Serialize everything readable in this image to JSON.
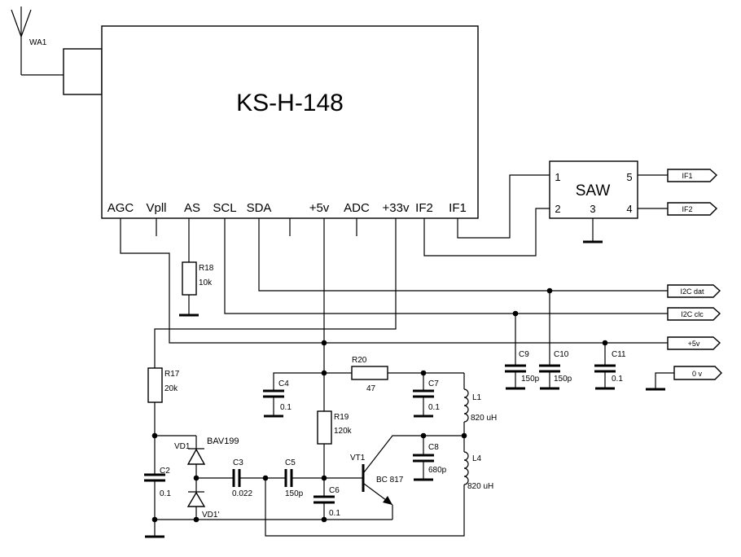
{
  "module": {
    "title": "KS-H-148"
  },
  "antenna": {
    "label": "WA1"
  },
  "pins": {
    "agc": "AGC",
    "vpll": "Vpll",
    "as": "AS",
    "scl": "SCL",
    "sda": "SDA",
    "p5v": "+5v",
    "adc": "ADC",
    "p33v": "+33v",
    "if2": "IF2",
    "if1": "IF1"
  },
  "saw": {
    "title": "SAW",
    "pin1": "1",
    "pin2": "2",
    "pin3": "3",
    "pin4": "4",
    "pin5": "5"
  },
  "ports": {
    "if1": "IF1",
    "if2": "IF2",
    "i2c_dat": "I2C dat",
    "i2c_clc": "I2C clc",
    "p5v": "+5v",
    "zero_v": "0 v"
  },
  "components": {
    "r18": {
      "name": "R18",
      "value": "10k"
    },
    "r17": {
      "name": "R17",
      "value": "20k"
    },
    "r19": {
      "name": "R19",
      "value": "120k"
    },
    "r20": {
      "name": "R20",
      "value": "47"
    },
    "c2": {
      "name": "C2",
      "value": "0.1"
    },
    "c3": {
      "name": "C3",
      "value": "0.022"
    },
    "c4": {
      "name": "C4",
      "value": "0.1"
    },
    "c5": {
      "name": "C5",
      "value": "150p"
    },
    "c6": {
      "name": "C6",
      "value": "0.1"
    },
    "c7": {
      "name": "C7",
      "value": "0.1"
    },
    "c8": {
      "name": "C8",
      "value": "680p"
    },
    "c9": {
      "name": "C9",
      "value": "150p"
    },
    "c10": {
      "name": "C10",
      "value": "150p"
    },
    "c11": {
      "name": "C11",
      "value": "0.1"
    },
    "l1": {
      "name": "L1",
      "value": "820 uH"
    },
    "l4": {
      "name": "L4",
      "value": "820 uH"
    },
    "vd1": {
      "name": "VD1",
      "part": "BAV199"
    },
    "vd1b": {
      "name": "VD1'"
    },
    "vt1": {
      "name": "VT1",
      "part": "BC 817"
    }
  }
}
